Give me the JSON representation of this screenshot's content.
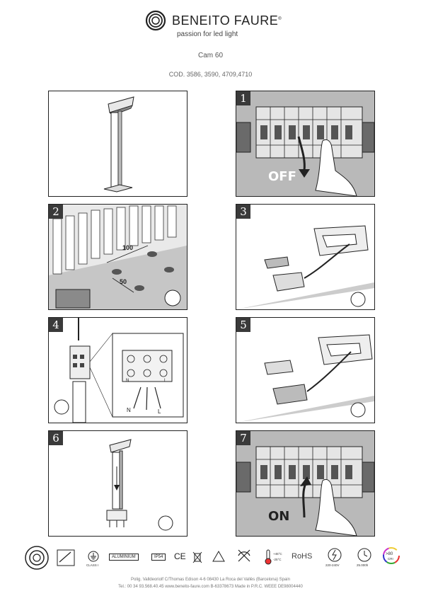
{
  "header": {
    "brand": "BENEITO FAURE",
    "registered": "®",
    "tagline": "passion for led light",
    "model": "Cam 60",
    "codes": "COD. 3586, 3590, 4709,4710"
  },
  "steps": [
    {
      "number": "1",
      "caption": "OFF"
    },
    {
      "number": "2",
      "dim_1": "100",
      "dim_2": "50"
    },
    {
      "number": "3"
    },
    {
      "number": "4",
      "terminal_n": "N",
      "terminal_l": "L",
      "wire_n": "N",
      "wire_l": "L"
    },
    {
      "number": "5"
    },
    {
      "number": "6"
    },
    {
      "number": "7",
      "caption": "ON"
    }
  ],
  "icons": {
    "material": "ALUMINIUM",
    "ip": "IP54",
    "ce": "CE",
    "rohs": "RoHS",
    "temp_high": "+45°C",
    "temp_low": "-25°C",
    "voltage": "220-240V",
    "hours": "25.000h",
    "cri": ">80",
    "cri_label": "CRI",
    "class_label": "CLASS I"
  },
  "footer": {
    "line1": "Polig. Valldeoriolf C/Thomas Edison 4-6    08430 La Roca del Vallès (Barcelona) Spain",
    "line2": "Tel.: 00 34 93.568.40.45    www.beneito-faure.com    B-63378673    Made in P.R.C.    WEEE  DE98004440"
  }
}
